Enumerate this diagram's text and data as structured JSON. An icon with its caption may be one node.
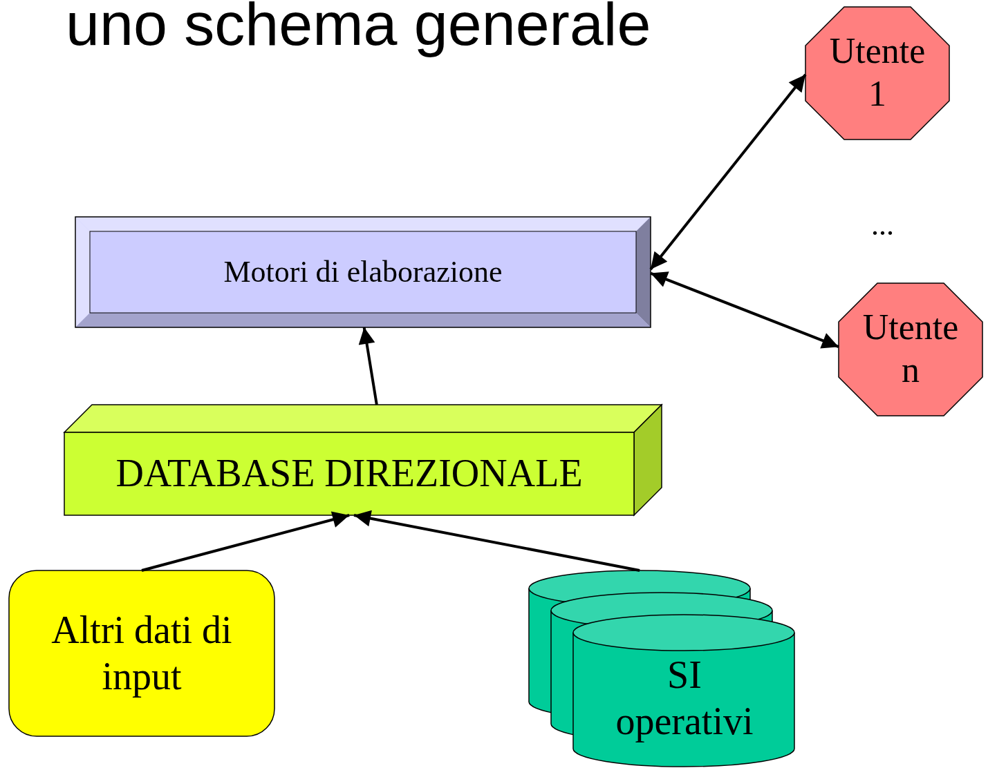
{
  "diagram": {
    "title": "uno schema generale",
    "nodes": [
      {
        "text": [
          "Motori di elaborazione"
        ]
      },
      {
        "text": [
          "Utente 1"
        ]
      },
      {
        "text": [
          "Utente n"
        ]
      },
      {
        "text": [
          "DATABASE DIREZIONALE"
        ]
      },
      {
        "text": [
          "Altri dati di input"
        ]
      },
      {
        "text": [
          "SI operativi"
        ]
      }
    ],
    "edges": [
      {
        "from": 3,
        "to": 0,
        "arrow": "to"
      },
      {
        "from": 4,
        "to": 3,
        "arrow": "to"
      },
      {
        "from": 5,
        "to": 3,
        "arrow": "to"
      },
      {
        "from": 0,
        "to": 1,
        "arrow": "both"
      },
      {
        "from": 0,
        "to": 2,
        "arrow": "both"
      }
    ],
    "labels": [
      "..."
    ]
  }
}
